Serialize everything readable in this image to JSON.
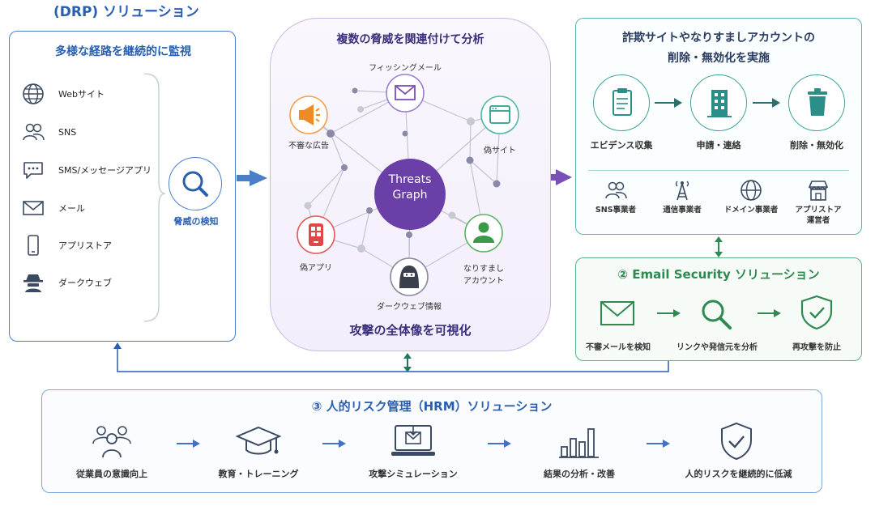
{
  "drp": {
    "title": "(DRP) ソリューション",
    "subtitle": "多様な経路を継続的に監視",
    "channels": [
      {
        "label": "Webサイト",
        "icon": "globe-icon"
      },
      {
        "label": "SNS",
        "icon": "users-icon"
      },
      {
        "label": "SMS/メッセージアプリ",
        "icon": "chat-bubble-icon"
      },
      {
        "label": "メール",
        "icon": "envelope-icon"
      },
      {
        "label": "アプリストア",
        "icon": "smartphone-icon"
      },
      {
        "label": "ダークウェブ",
        "icon": "hacker-icon"
      }
    ],
    "detect_label": "脅威の検知"
  },
  "threats": {
    "title": "複数の脅威を関連付けて分析",
    "center_line1": "Threats",
    "center_line2": "Graph",
    "nodes": {
      "phishing": "フィッシングメール",
      "suspicious_ad": "不審な広告",
      "fake_site": "偽サイト",
      "fake_app": "偽アプリ",
      "impersonation_1": "なりすまし",
      "impersonation_2": "アカウント",
      "darkweb": "ダークウェブ情報"
    },
    "bottom": "攻撃の全体像を可視化"
  },
  "takedown": {
    "title_line1": "詐欺サイトやなりすましアカウントの",
    "title_line2": "削除・無効化を実施",
    "steps": [
      "エビデンス収集",
      "申請・連絡",
      "削除・無効化"
    ],
    "operators": [
      {
        "line1": "SNS事業者",
        "line2": ""
      },
      {
        "line1": "通信事業者",
        "line2": ""
      },
      {
        "line1": "ドメイン事業者",
        "line2": ""
      },
      {
        "line1": "アプリストア",
        "line2": "運営者"
      }
    ]
  },
  "email_security": {
    "title": "② Email Security ソリューション",
    "steps": [
      "不審メールを検知",
      "リンクや発信元を分析",
      "再攻撃を防止"
    ]
  },
  "hrm": {
    "title": "③ 人的リスク管理（HRM）ソリューション",
    "steps": [
      "従業員の意識向上",
      "教育・トレーニング",
      "攻撃シミュレーション",
      "結果の分析・改善",
      "人的リスクを継続的に低減"
    ]
  },
  "colors": {
    "drp_blue": "#2a5fb0",
    "graph_purple": "#6a3fa8",
    "takedown_teal": "#3ea39c",
    "email_green": "#2e8a4f",
    "hrm_blue": "#3f73c2"
  }
}
